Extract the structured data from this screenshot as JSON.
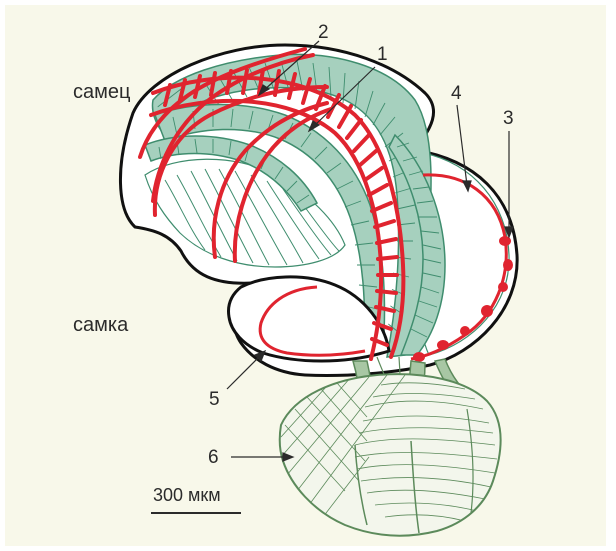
{
  "labels": {
    "male": "самец",
    "female": "самка"
  },
  "callouts": [
    "1",
    "2",
    "3",
    "4",
    "5",
    "6"
  ],
  "scale_bar": {
    "text": "300 мкм"
  },
  "colors": {
    "background": "#f8f8ea",
    "teal_fill": "#a6d0be",
    "teal_stroke": "#3f8d6e",
    "red": "#e0242f",
    "dark_green": "#5c8a5b",
    "outline": "#111111"
  }
}
